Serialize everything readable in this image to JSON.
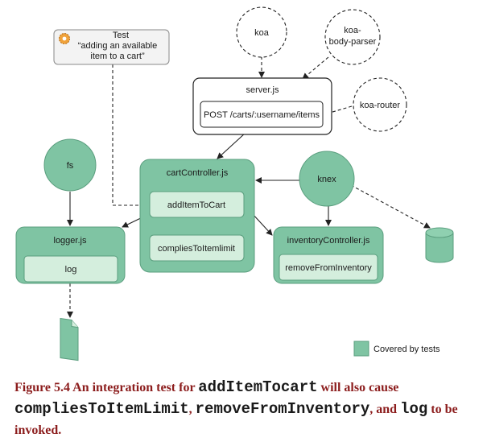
{
  "diagram": {
    "test_box": {
      "title": "Test",
      "line1": "“adding an available",
      "line2": "item to a cart”"
    },
    "nodes": {
      "koa": "koa",
      "body_parser_line1": "koa-",
      "body_parser_line2": "body-parser",
      "koa_router": "koa-router",
      "fs": "fs",
      "knex": "knex"
    },
    "server": {
      "title": "server.js",
      "route": "POST /carts/:username/items"
    },
    "cart_controller": {
      "title": "cartController.js",
      "add_item": "addItemToCart",
      "complies": "compliesToItemlimit"
    },
    "logger": {
      "title": "logger.js",
      "log": "log"
    },
    "inventory_controller": {
      "title": "inventoryController.js",
      "remove": "removeFromInventory"
    },
    "legend": {
      "label": "Covered by tests",
      "color": "#7fc4a3"
    }
  },
  "colors": {
    "covered_fill": "#7fc4a3",
    "covered_stroke": "#5a9e7e",
    "inner_fill": "#d4eedd",
    "test_fill": "#f3f3f3"
  },
  "caption": {
    "part1": "Figure 5.4 An integration test for ",
    "code1": "addItemTocart",
    "part2": " will also cause ",
    "code2": "compliesToItemLimit",
    "part3": ", ",
    "code3": "removeFromInventory",
    "part4": ", and ",
    "code4": "log",
    "part5": " to be invoked."
  }
}
